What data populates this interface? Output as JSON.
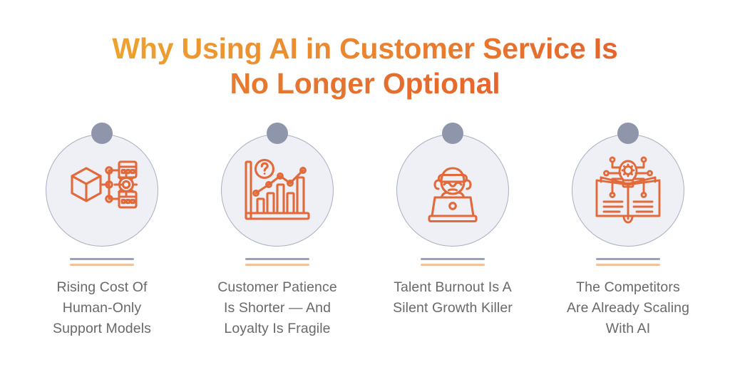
{
  "title": {
    "line1": "Why Using AI in Customer Service Is",
    "line2": "No Longer Optional",
    "gradient_start": "#efb02c",
    "gradient_end": "#e2562b"
  },
  "theme": {
    "background": "#ffffff",
    "circle_fill": "#eef0f5",
    "circle_border": "#a9afc1",
    "dot_color": "#8f95ab",
    "icon_color": "#e2693a",
    "label_color": "#68696b",
    "rule_top_color": "#9aa1b6",
    "rule_bottom_color": "#f0c19b"
  },
  "cards": [
    {
      "icon": "cube-network-gear-icon",
      "label": "Rising Cost Of\nHuman-Only\nSupport Models"
    },
    {
      "icon": "bar-chart-question-icon",
      "label": "Customer Patience\nIs Shorter — And\nLoyalty Is Fragile"
    },
    {
      "icon": "burnout-agent-laptop-icon",
      "label": "Talent Burnout Is A\nSilent Growth Killer"
    },
    {
      "icon": "book-lightbulb-circuit-icon",
      "label": "The Competitors\nAre Already Scaling\nWith AI"
    }
  ]
}
